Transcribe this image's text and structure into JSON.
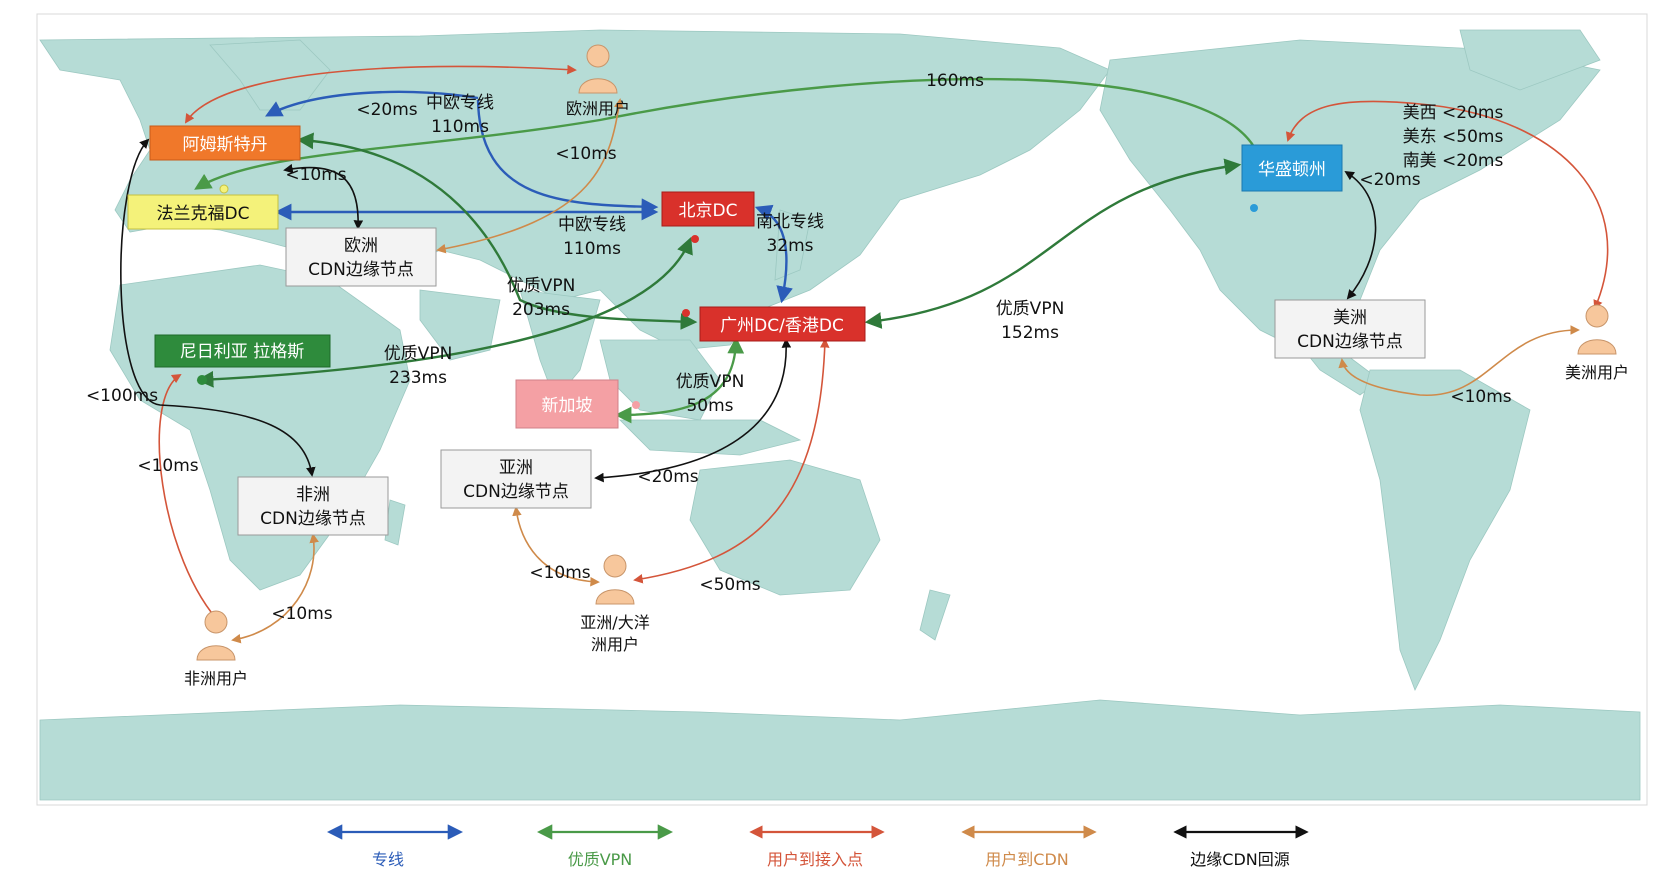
{
  "nodes": {
    "amsterdam": "阿姆斯特丹",
    "frankfurt": "法兰克福DC",
    "beijing": "北京DC",
    "guangzhou_hk": "广州DC/香港DC",
    "washington": "华盛顿州",
    "nigeria": "尼日利亚 拉格斯",
    "singapore": "新加坡"
  },
  "cdn_nodes": {
    "europe": [
      "欧洲",
      "CDN边缘节点"
    ],
    "africa": [
      "非洲",
      "CDN边缘节点"
    ],
    "asia": [
      "亚洲",
      "CDN边缘节点"
    ],
    "america": [
      "美洲",
      "CDN边缘节点"
    ]
  },
  "users": {
    "europe": "欧洲用户",
    "africa": "非洲用户",
    "asia": [
      "亚洲/大洋",
      "洲用户"
    ],
    "america": "美洲用户"
  },
  "latencies": {
    "trans_pacific": "160ms",
    "eu_lt20": "<20ms",
    "cn_eu_line_a": [
      "中欧专线",
      "110ms"
    ],
    "cn_eu_line_b": [
      "中欧专线",
      "110ms"
    ],
    "eu_lt10": "<10ms",
    "ams_fra_lt10": "<10ms",
    "north_south": [
      "南北专线",
      "32ms"
    ],
    "vpn_203": [
      "优质VPN",
      "203ms"
    ],
    "vpn_233": [
      "优质VPN",
      "233ms"
    ],
    "vpn_152": [
      "优质VPN",
      "152ms"
    ],
    "vpn_50": [
      "优质VPN",
      "50ms"
    ],
    "lt100": "<100ms",
    "africa_lt10_a": "<10ms",
    "africa_lt10_b": "<10ms",
    "asia_lt20": "<20ms",
    "asia_lt10": "<10ms",
    "asia_lt50": "<50ms",
    "us_west": "美西 <20ms",
    "us_east": "美东 <50ms",
    "south_america": "南美 <20ms",
    "wa_lt20": "<20ms",
    "america_lt10": "<10ms"
  },
  "legend": [
    {
      "label": "专线",
      "color": "#2b5cb8"
    },
    {
      "label": "优质VPN",
      "color": "#4a9a48"
    },
    {
      "label": "用户到接入点",
      "color": "#d4553a"
    },
    {
      "label": "用户到CDN",
      "color": "#cf8a4a"
    },
    {
      "label": "边缘CDN回源",
      "color": "#111111"
    }
  ],
  "colors": {
    "ocean": "#ffffff",
    "land": "#b6dcd6",
    "dedicated_line": "#2b5cb8",
    "vpn": "#4a9a48",
    "vpn_dark": "#2f7a3a",
    "user_access": "#d4553a",
    "user_cdn": "#cf8a4a",
    "cdn_origin": "#111111",
    "amsterdam": "#f0782a",
    "frankfurt": "#f4f27a",
    "datacenter_red": "#d9312b",
    "washington": "#2a9bd8",
    "nigeria": "#2e8b3c",
    "singapore": "#f4a0a4",
    "cdn_box": "#f3f3f3",
    "user_icon": "#f7c79c"
  }
}
